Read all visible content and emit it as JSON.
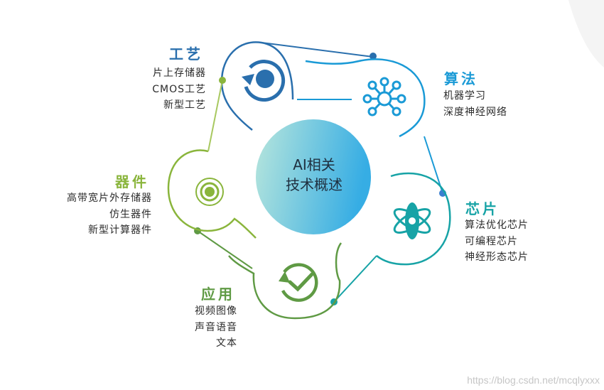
{
  "center": {
    "line1": "AI相关",
    "line2": "技术概述"
  },
  "sections": {
    "process": {
      "title": "工艺",
      "items": [
        "片上存储器",
        "CMOS工艺",
        "新型工艺"
      ],
      "color": "#2a6fad"
    },
    "algorithm": {
      "title": "算法",
      "items": [
        "机器学习",
        "深度神经网络"
      ],
      "color": "#1a9ad6"
    },
    "chip": {
      "title": "芯片",
      "items": [
        "算法优化芯片",
        "可编程芯片",
        "神经形态芯片"
      ],
      "color": "#17a3a6"
    },
    "application": {
      "title": "应用",
      "items": [
        "视频图像",
        "声音语音",
        "文本"
      ],
      "color": "#5f9a44"
    },
    "device": {
      "title": "器件",
      "items": [
        "高带宽片外存储器",
        "仿生器件",
        "新型计算器件"
      ],
      "color": "#8ab53c"
    }
  },
  "icons": {
    "process": "refresh-cycle-icon",
    "algorithm": "network-nodes-icon",
    "chip": "atom-icon",
    "application": "check-cycle-icon",
    "device": "concentric-rings-icon"
  },
  "watermark": "https://blog.csdn.net/mcqlyxxx"
}
